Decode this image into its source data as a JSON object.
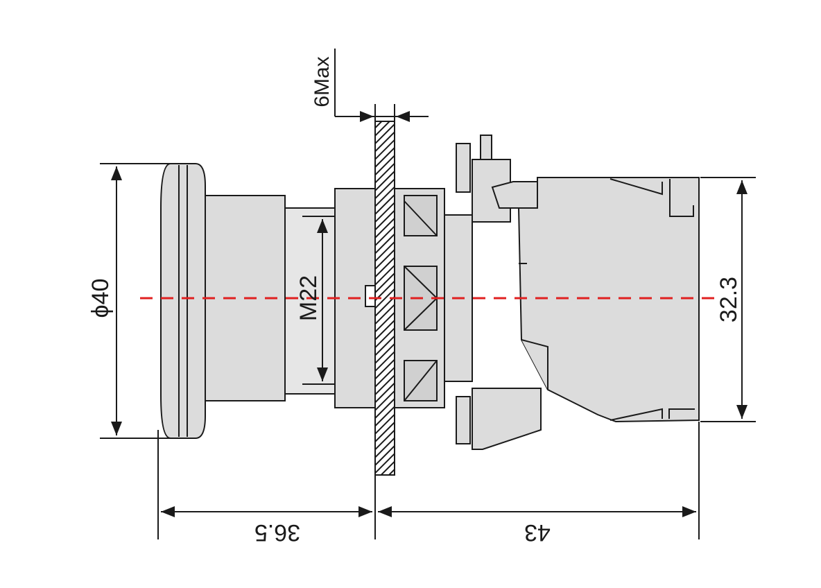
{
  "dimensions": {
    "diameter_head": "ϕ40",
    "thread": "M22",
    "panel_thickness": "6Max",
    "block_height": "32.3",
    "front_length": "36.5",
    "rear_length": "43"
  },
  "colors": {
    "line": "#1a1a1a",
    "part_fill": "#dcdcdc",
    "part_fill_light": "#e6e6e6",
    "center_line": "#e02020",
    "hatch": "#1a1a1a"
  }
}
